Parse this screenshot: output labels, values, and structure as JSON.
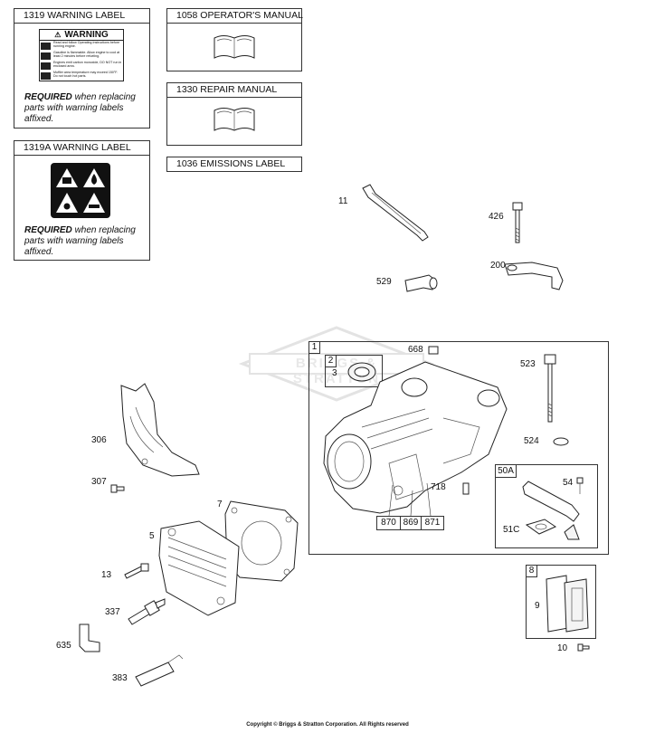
{
  "boxes": {
    "warning_label": {
      "title": "1319 WARNING LABEL",
      "sticker_heading": "WARNING",
      "sticker_lines": [
        "Read and follow Operating Instructions before running engine.",
        "Gasoline is flammable. Allow engine to cool at least 2 minutes before refueling.",
        "Engines emit carbon monoxide, DO NOT run in enclosed area.",
        "Muffler area temperature may exceed 150°F. Do not touch hot parts."
      ],
      "note_bold": "REQUIRED",
      "note_rest": "when replacing parts with warning labels affixed."
    },
    "warning_label_a": {
      "title": "1319A WARNING LABEL",
      "note_bold": "REQUIRED",
      "note_rest": "when replacing parts with warning labels affixed."
    },
    "operators_manual": {
      "title": "1058 OPERATOR'S MANUAL"
    },
    "repair_manual": {
      "title": "1330 REPAIR MANUAL"
    },
    "emissions_label": {
      "title": "1036 EMISSIONS LABEL"
    }
  },
  "callouts": {
    "p11": "11",
    "p426": "426",
    "p200": "200",
    "p529": "529",
    "p1": "1",
    "p668": "668",
    "p2": "2",
    "p3": "3",
    "p523": "523",
    "p524": "524",
    "p50a": "50A",
    "p54": "54",
    "p51c": "51C",
    "p718": "718",
    "p870": "870",
    "p869": "869",
    "p871": "871",
    "p306": "306",
    "p307": "307",
    "p7": "7",
    "p5": "5",
    "p13": "13",
    "p337": "337",
    "p635": "635",
    "p383": "383",
    "p8": "8",
    "p9": "9",
    "p10": "10"
  },
  "watermark_text": "BRIGGS & STRATTON",
  "copyright": "Copyright © Briggs & Stratton Corporation. All Rights reserved"
}
